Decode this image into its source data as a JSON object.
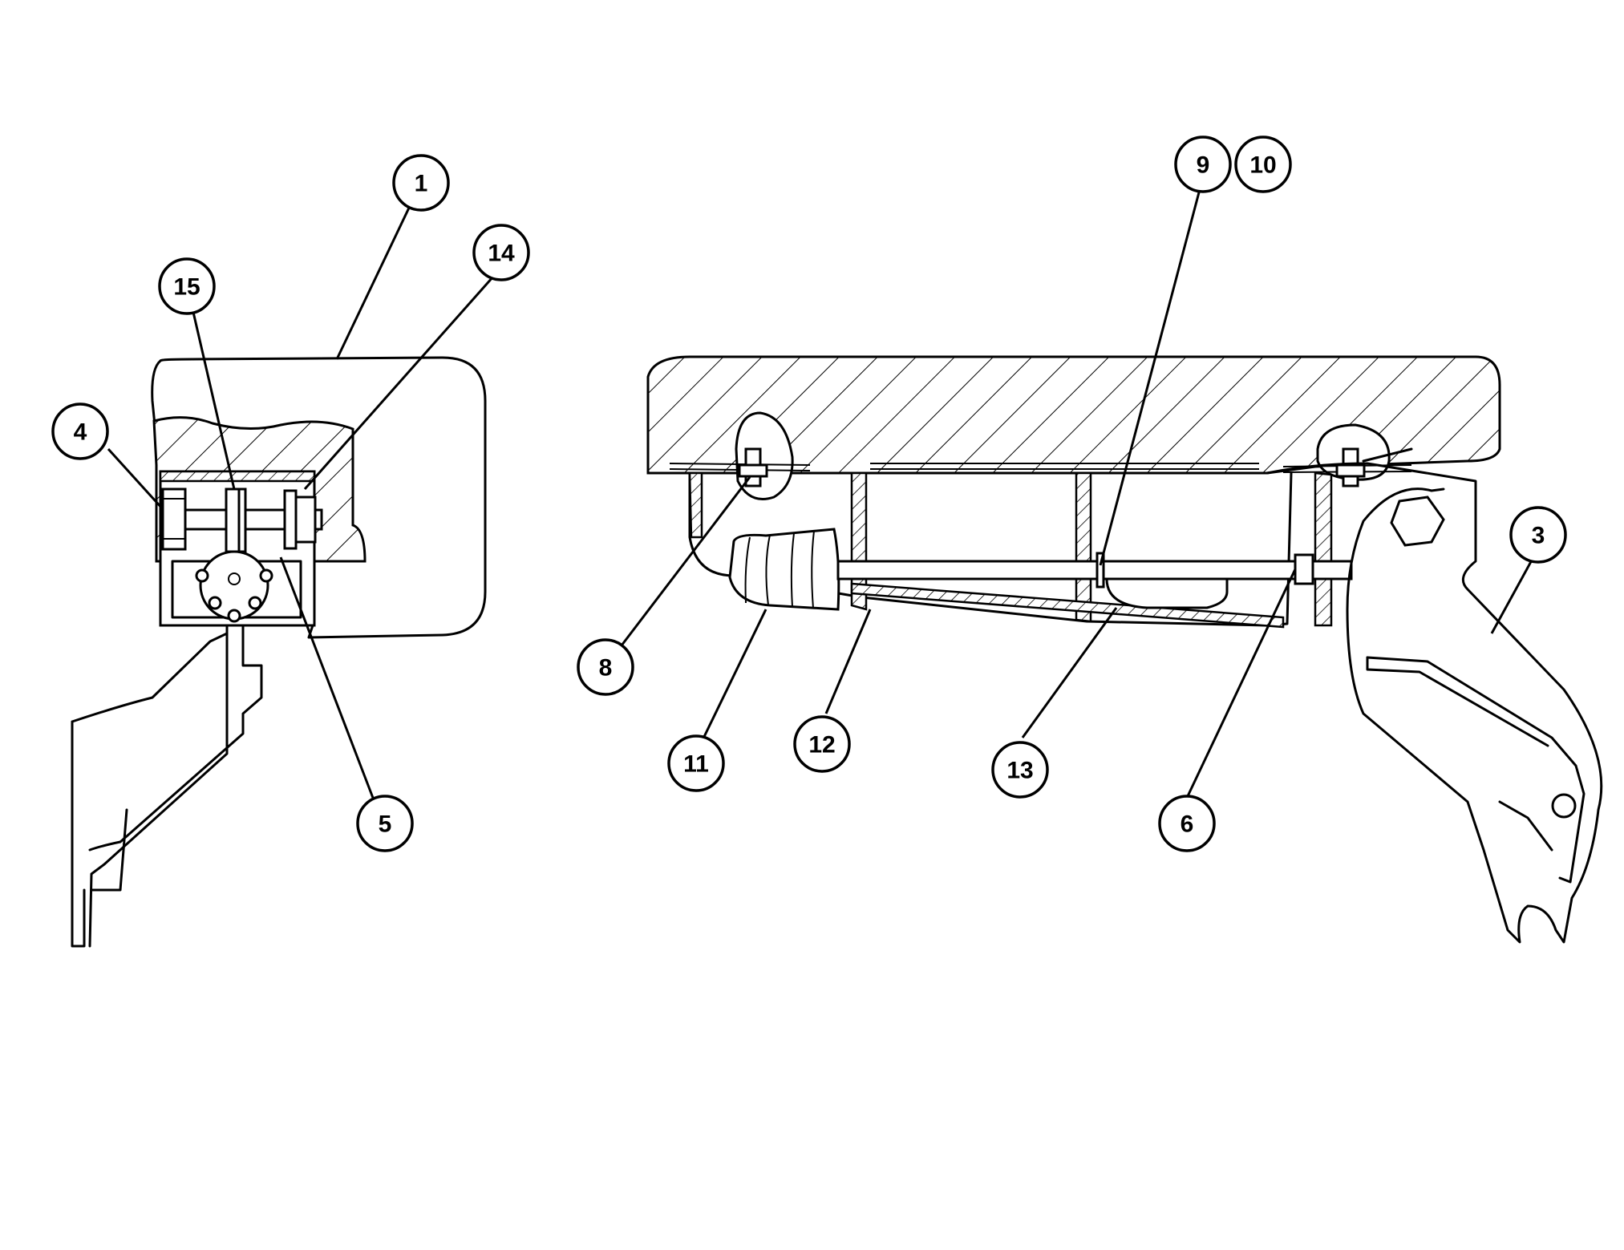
{
  "callouts": [
    {
      "id": "1",
      "label": "1"
    },
    {
      "id": "3",
      "label": "3"
    },
    {
      "id": "4",
      "label": "4"
    },
    {
      "id": "5",
      "label": "5"
    },
    {
      "id": "6",
      "label": "6"
    },
    {
      "id": "8",
      "label": "8"
    },
    {
      "id": "9",
      "label": "9"
    },
    {
      "id": "10",
      "label": "10"
    },
    {
      "id": "11",
      "label": "11"
    },
    {
      "id": "12",
      "label": "12"
    },
    {
      "id": "13",
      "label": "13"
    },
    {
      "id": "14",
      "label": "14"
    },
    {
      "id": "15",
      "label": "15"
    }
  ]
}
